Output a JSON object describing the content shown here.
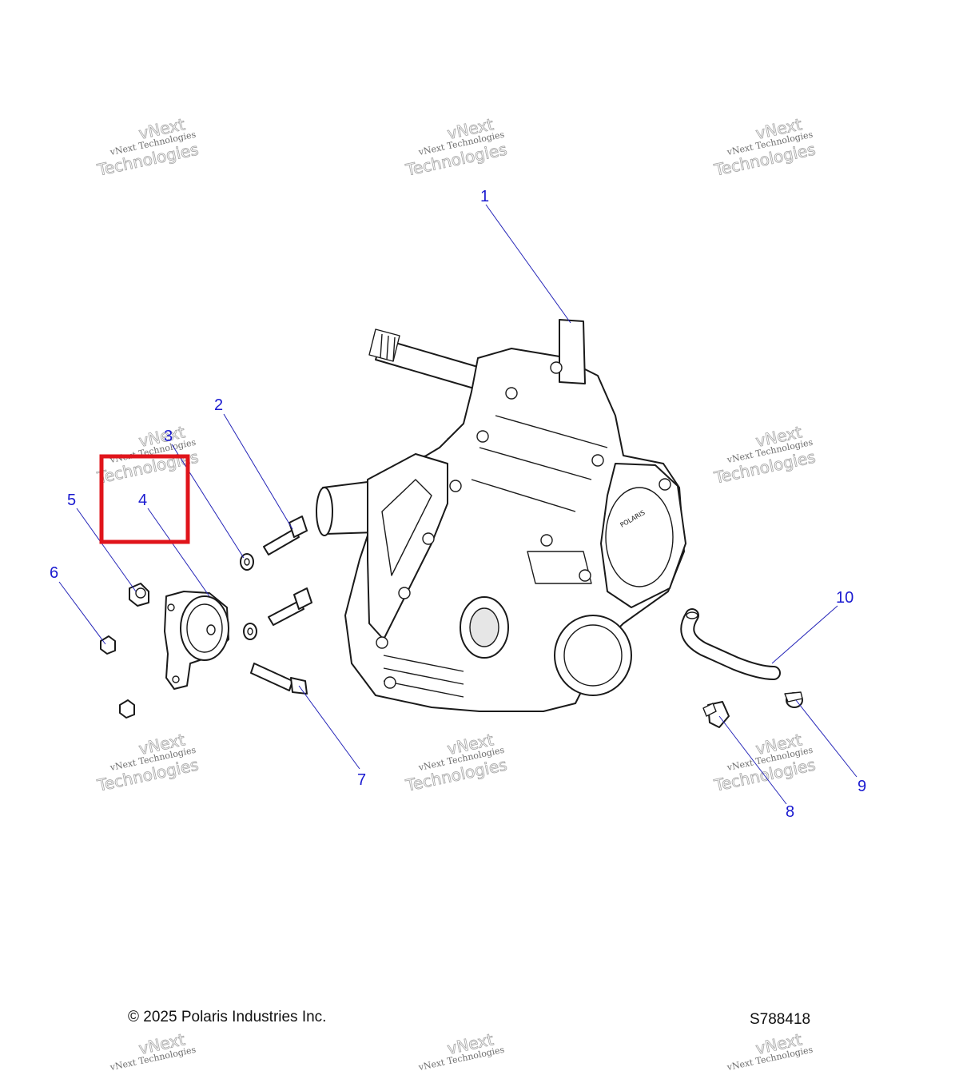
{
  "diagram": {
    "callouts": [
      "1",
      "2",
      "3",
      "4",
      "5",
      "6",
      "7",
      "8",
      "9",
      "10"
    ],
    "watermark": {
      "line1": "vNext Technologies",
      "line2": "vNext",
      "line3": "Technologies"
    },
    "highlight_color": "#e0141b",
    "callout_color": "#1a1ad0",
    "housing_brand": "POLARIS"
  },
  "footer": {
    "copyright": "© 2025 Polaris Industries Inc.",
    "drawing_number": "S788418"
  }
}
